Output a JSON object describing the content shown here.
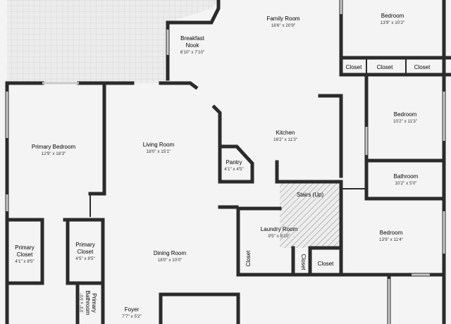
{
  "colors": {
    "background": "#f4f4f4",
    "wall": "#2b2b2b",
    "patio": "#e3e3e3",
    "window": "#c9c9c9"
  },
  "rooms": {
    "family_room": {
      "name": "Family Room",
      "dim": "16'6\" x 20'9\""
    },
    "bedroom_top": {
      "name": "Bedroom",
      "dim": "13'9\" x 10'2\""
    },
    "breakfast_nook": {
      "name_line1": "Breakfast",
      "name_line2": "Nook",
      "dim": "6'10\" x 7'10\""
    },
    "closet_a": {
      "name": "Closet"
    },
    "closet_b": {
      "name": "Closet"
    },
    "closet_c": {
      "name": "Closet"
    },
    "bedroom_mid": {
      "name": "Bedroom",
      "dim": "10'2\" x 11'3\""
    },
    "primary_bedroom": {
      "name": "Primary Bedroom",
      "dim": "12'9\" x 18'3\""
    },
    "living_room": {
      "name": "Living Room",
      "dim": "18'0\" x 15'1\""
    },
    "kitchen": {
      "name": "Kitchen",
      "dim": "16'2\" x 11'3\""
    },
    "pantry": {
      "name": "Pantry",
      "dim": "4'1\" x 4'5\""
    },
    "bathroom": {
      "name": "Bathroom",
      "dim": "10'2\" x 5'0\""
    },
    "stairs": {
      "name": "Stairs (Up)"
    },
    "laundry_room": {
      "name": "Laundry Room",
      "dim": "9'5\" x 8'10\""
    },
    "bedroom_bottom": {
      "name": "Bedroom",
      "dim": "13'9\" x 11'4\""
    },
    "primary_closet_left": {
      "name_line1": "Primary",
      "name_line2": "Closet",
      "dim": "4'1\" x 8'5\""
    },
    "primary_closet_right": {
      "name_line1": "Primary",
      "name_line2": "Closet",
      "dim": "4'5\" x 8'5\""
    },
    "dining_room": {
      "name": "Dining Room",
      "dim": "18'0\" x 10'0\""
    },
    "closet_laundry_left": {
      "name": "Closet"
    },
    "closet_laundry_right": {
      "name": "Closet"
    },
    "closet_bottom": {
      "name": "Closet"
    },
    "primary_bathroom": {
      "name_line1": "Primary",
      "name_line2": "Bathroom",
      "dim": "3'3\" x 5'0\""
    },
    "foyer": {
      "name": "Foyer",
      "dim": "7'7\" x 5'2\""
    }
  }
}
